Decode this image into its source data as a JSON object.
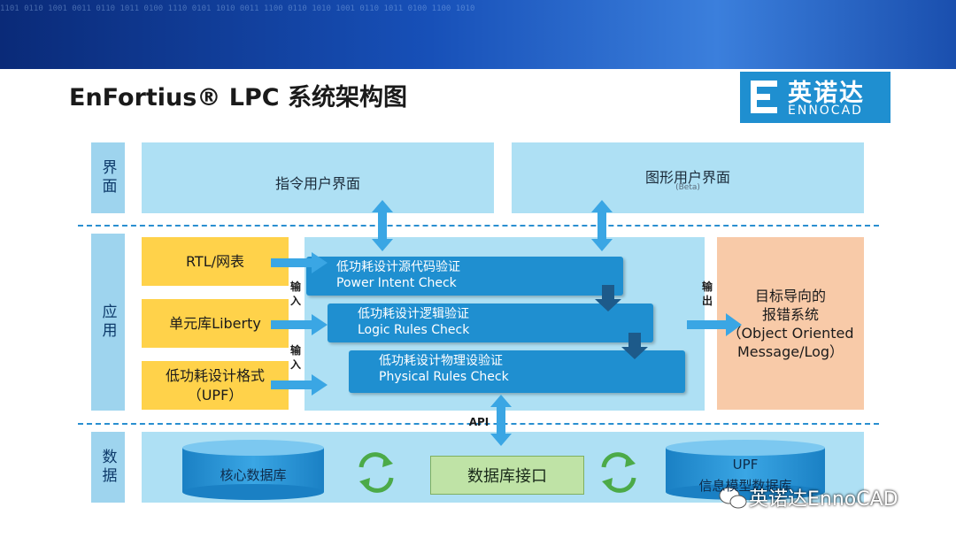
{
  "header": {
    "title": "EnFortius® LPC 系统架构图",
    "logo_cn": "英诺达",
    "logo_en": "ENNOCAD",
    "banner_bits": "1101 0110 1001 0011 0110 1011 0100 1110 0101 1010 0011 1100 0110 1010 1001 0110 1011 0100 1100 1010"
  },
  "layers": {
    "ui_label": "界面",
    "app_label": "应用",
    "data_label": "数据"
  },
  "ui": {
    "cli": "指令用户界面",
    "gui": "图形用户界面",
    "gui_tag": "(Beta)"
  },
  "inputs": {
    "rtl": "RTL/网表",
    "liberty": "单元库Liberty",
    "upf_line1": "低功耗设计格式",
    "upf_line2": "（UPF）",
    "input_label": "输入"
  },
  "checks": [
    {
      "cn": "低功耗设计源代码验证",
      "en": "Power Intent Check"
    },
    {
      "cn": "低功耗设计逻辑验证",
      "en": "Logic Rules Check"
    },
    {
      "cn": "低功耗设计物理设验证",
      "en": "Physical Rules Check"
    }
  ],
  "output": {
    "label": "输出",
    "line1": "目标导向的",
    "line2": "报错系统",
    "line3": "（Object Oriented",
    "line4": "Message/Log）"
  },
  "data": {
    "api": "API",
    "core_db": "核心数据库",
    "db_interface": "数据库接口",
    "upf_db_line1": "UPF",
    "upf_db_line2": "信息模型数据库"
  },
  "watermark": "英诺达EnnoCAD",
  "colors": {
    "accent_blue": "#1f8fd0",
    "panel_blue": "#aee0f4",
    "input_yellow": "#ffd24a",
    "output_peach": "#f8caa8",
    "interface_green": "#bfe3a6"
  }
}
